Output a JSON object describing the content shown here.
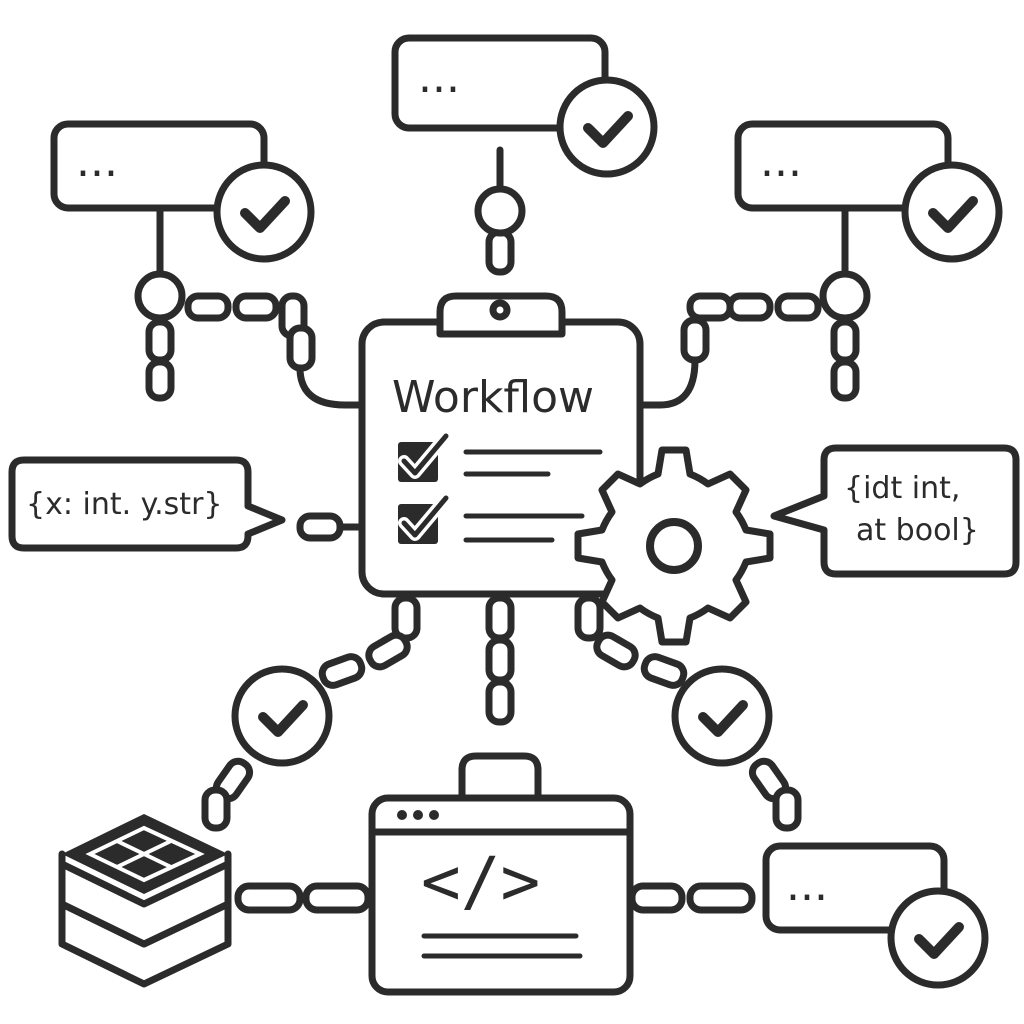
{
  "workflow": {
    "title": "Workflow",
    "tasks_checked": 2
  },
  "input_schema": {
    "text": "{x: int. y.str}"
  },
  "output_schema": {
    "line1": "{idt int,",
    "line2": "at bool}"
  },
  "code_panel": {
    "tag": "</>"
  },
  "steps": [
    {
      "label": "...",
      "status": "done"
    },
    {
      "label": "...",
      "status": "done"
    },
    {
      "label": "...",
      "status": "done"
    },
    {
      "label": "...",
      "status": "done"
    }
  ],
  "icons": [
    "check-icon",
    "gear-icon",
    "database-icon",
    "code-window-icon",
    "speech-bubble-icon",
    "clipboard-icon"
  ],
  "colors": {
    "ink": "#2b2b2b",
    "background": "#ffffff"
  }
}
